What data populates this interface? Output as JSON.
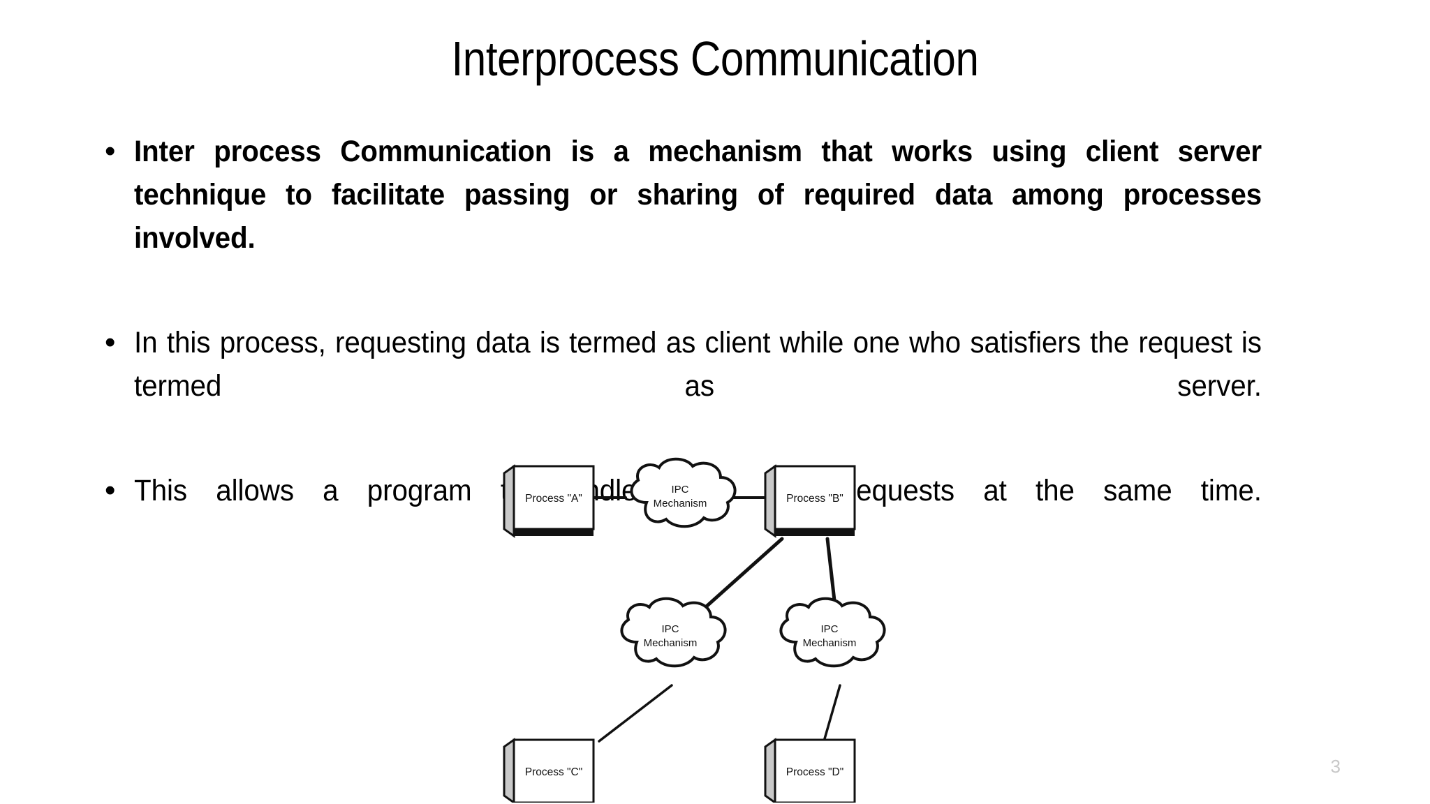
{
  "slide": {
    "title": "Interprocess Communication",
    "page_number": "3",
    "background_color": "#ffffff",
    "text_color": "#000000",
    "page_number_color": "#c8c8c8"
  },
  "bullets": [
    {
      "marker": "•",
      "text": "Inter process Communication is a mechanism that works using client server technique to facilitate passing or sharing of required data among processes involved.",
      "bold": true
    },
    {
      "marker": "•",
      "text": "In this process, requesting data is termed as client while one who satisfiers the request is termed as server.",
      "bold": false
    },
    {
      "marker": "•",
      "text": "This allows a program to handle many user requests at the same time.",
      "bold": false
    }
  ],
  "diagram": {
    "processes": [
      {
        "id": "A",
        "label": "Process \"A\""
      },
      {
        "id": "B",
        "label": "Process \"B\""
      },
      {
        "id": "C",
        "label": "Process \"C\""
      },
      {
        "id": "D",
        "label": "Process \"D\""
      }
    ],
    "clouds": [
      {
        "id": "top",
        "line1": "IPC",
        "line2": "Mechanism"
      },
      {
        "id": "middle-left",
        "line1": "IPC",
        "line2": "Mechanism"
      },
      {
        "id": "middle-right",
        "line1": "IPC",
        "line2": "Mechanism"
      }
    ],
    "connections": [
      {
        "from": "Process \"A\"",
        "to": "IPC Mechanism (top)"
      },
      {
        "from": "IPC Mechanism (top)",
        "to": "Process \"B\""
      },
      {
        "from": "Process \"B\"",
        "to": "IPC Mechanism (middle-left)"
      },
      {
        "from": "Process \"B\"",
        "to": "IPC Mechanism (middle-right)"
      },
      {
        "from": "IPC Mechanism (middle-left)",
        "to": "Process \"C\""
      },
      {
        "from": "IPC Mechanism (middle-right)",
        "to": "Process \"D\""
      }
    ],
    "box_face_color": "#ffffff",
    "box_side_color": "#c9c9c9",
    "stroke_color": "#111111"
  }
}
